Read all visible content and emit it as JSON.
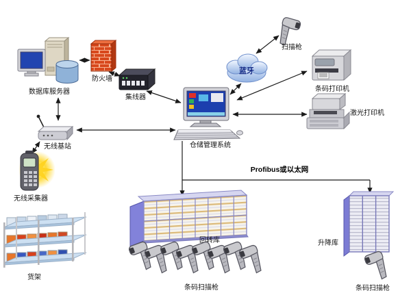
{
  "diagram": {
    "nodes": {
      "database_server": {
        "label": "数据库服务器"
      },
      "firewall": {
        "label": "防火墙"
      },
      "hub": {
        "label": "集线器"
      },
      "wireless_station": {
        "label": "无线基站"
      },
      "wireless_collector": {
        "label": "无线采集器"
      },
      "racks": {
        "label": "货架"
      },
      "wms": {
        "label": "仓储管理系统"
      },
      "bluetooth_cloud": {
        "label": "蓝牙"
      },
      "scanner_gun": {
        "label": "扫描枪"
      },
      "barcode_printer": {
        "label": "条码打印机"
      },
      "laser_printer": {
        "label": "激光打印机"
      },
      "carousel_rack": {
        "label": "回转库"
      },
      "lift_rack": {
        "label": "升降库"
      },
      "scanner_row": {
        "label": "条码扫描枪"
      },
      "scanner_single": {
        "label": "条码扫描枪"
      }
    },
    "bus": {
      "label": "Profibus或以太网"
    },
    "colors": {
      "arrow": "#1a1a1a",
      "firewall_brick": "#d8481c",
      "cloud_fill": "#b9d0ee",
      "structure_blue": "#8282da",
      "glow_yellow": "#ffd21e"
    }
  }
}
